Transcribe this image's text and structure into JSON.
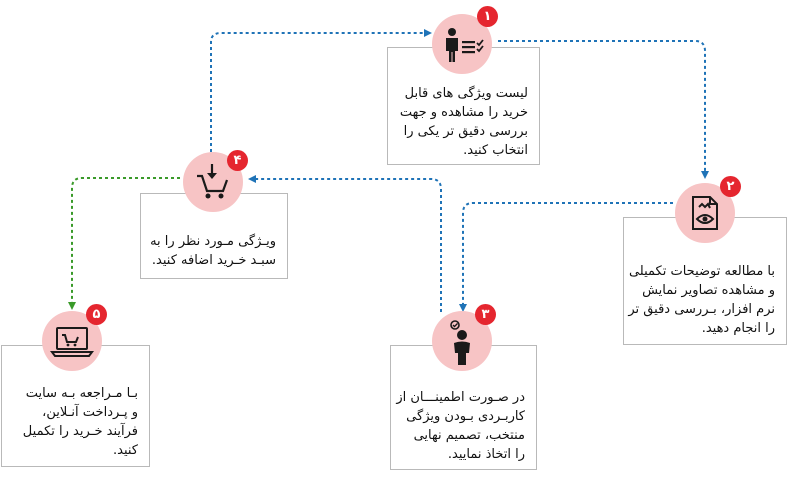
{
  "steps": [
    {
      "num": "۱",
      "icon": "person-list-icon",
      "lines": [
        "لیست ویژگی های قابل",
        "خرید را مشاهده و جهت",
        "بررسی دقیق تر یکی را",
        "انتخاب کنید."
      ]
    },
    {
      "num": "۲",
      "icon": "document-inspect-icon",
      "lines": [
        "با مطالعه توضیحات تکمیلی",
        "و مشاهده تصاویر نمایش",
        "نرم افزار، بـررسی دقیق تر",
        "را انجام دهید."
      ]
    },
    {
      "num": "۳",
      "icon": "thinking-person-icon",
      "lines": [
        "در صـورت اطمینـــان از",
        "کار‌بـردی بـودن ویژگی",
        "منتخب، تصمیم نهایی",
        "را اتخاذ نمایید."
      ]
    },
    {
      "num": "۴",
      "icon": "add-to-cart-icon",
      "lines": [
        "ویـژگی مـورد نظر را  به",
        "سبـد خـرید اضافه کنید."
      ]
    },
    {
      "num": "۵",
      "icon": "laptop-cart-icon",
      "lines": [
        "بـا مـراجعه بـه سایت",
        "و پـرداخت آنـلاین،",
        "فرآیند خـرید را تکمیل",
        "کنید."
      ]
    }
  ],
  "colors": {
    "circle_fill": "#f7c4c5",
    "badge_fill": "#e5262f",
    "blue_arrow": "#1f73b7",
    "green_arrow": "#3a9a2a",
    "icon_ink": "#1a1a1a"
  }
}
